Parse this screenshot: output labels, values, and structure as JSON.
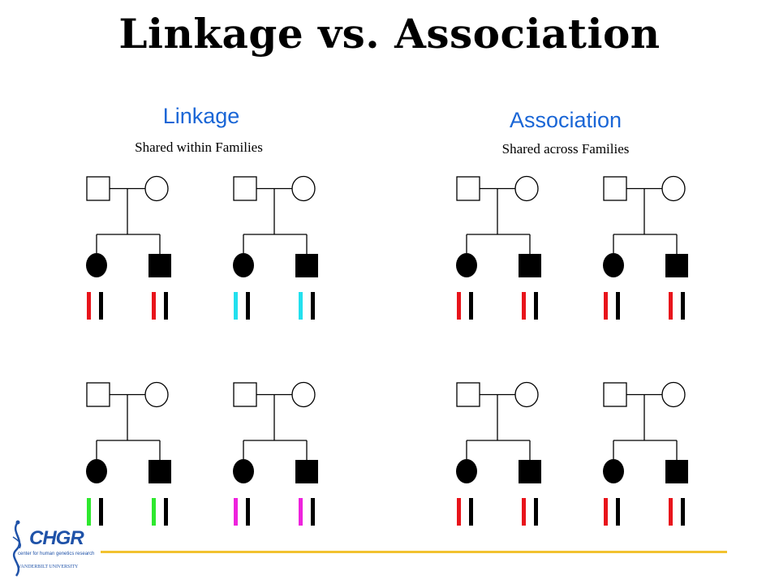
{
  "title": "Linkage vs. Association",
  "linkage": {
    "heading": "Linkage",
    "subheading": "Shared within Families"
  },
  "association": {
    "heading": "Association",
    "subheading": "Shared across Families"
  },
  "logo": {
    "name": "CHGR",
    "subtitle": "center for human genetics research",
    "university": "VANDERBILT UNIVERSITY"
  },
  "colors": {
    "heading": "#1a66d6",
    "affected": "#000000",
    "allele_red": "#e8141b",
    "allele_cyan": "#22e0ee",
    "allele_green": "#2ee82e",
    "allele_magenta": "#ee22dd",
    "allele_black": "#000000",
    "footer_line": "#f2c230",
    "logo_blue": "#1f52a8"
  },
  "families": [
    {
      "group": "linkage",
      "name": "family-linkage-1",
      "allele": "allele_red"
    },
    {
      "group": "linkage",
      "name": "family-linkage-2",
      "allele": "allele_cyan"
    },
    {
      "group": "linkage",
      "name": "family-linkage-3",
      "allele": "allele_green"
    },
    {
      "group": "linkage",
      "name": "family-linkage-4",
      "allele": "allele_magenta"
    },
    {
      "group": "association",
      "name": "family-association-1",
      "allele": "allele_red"
    },
    {
      "group": "association",
      "name": "family-association-2",
      "allele": "allele_red"
    },
    {
      "group": "association",
      "name": "family-association-3",
      "allele": "allele_red"
    },
    {
      "group": "association",
      "name": "family-association-4",
      "allele": "allele_red"
    }
  ]
}
